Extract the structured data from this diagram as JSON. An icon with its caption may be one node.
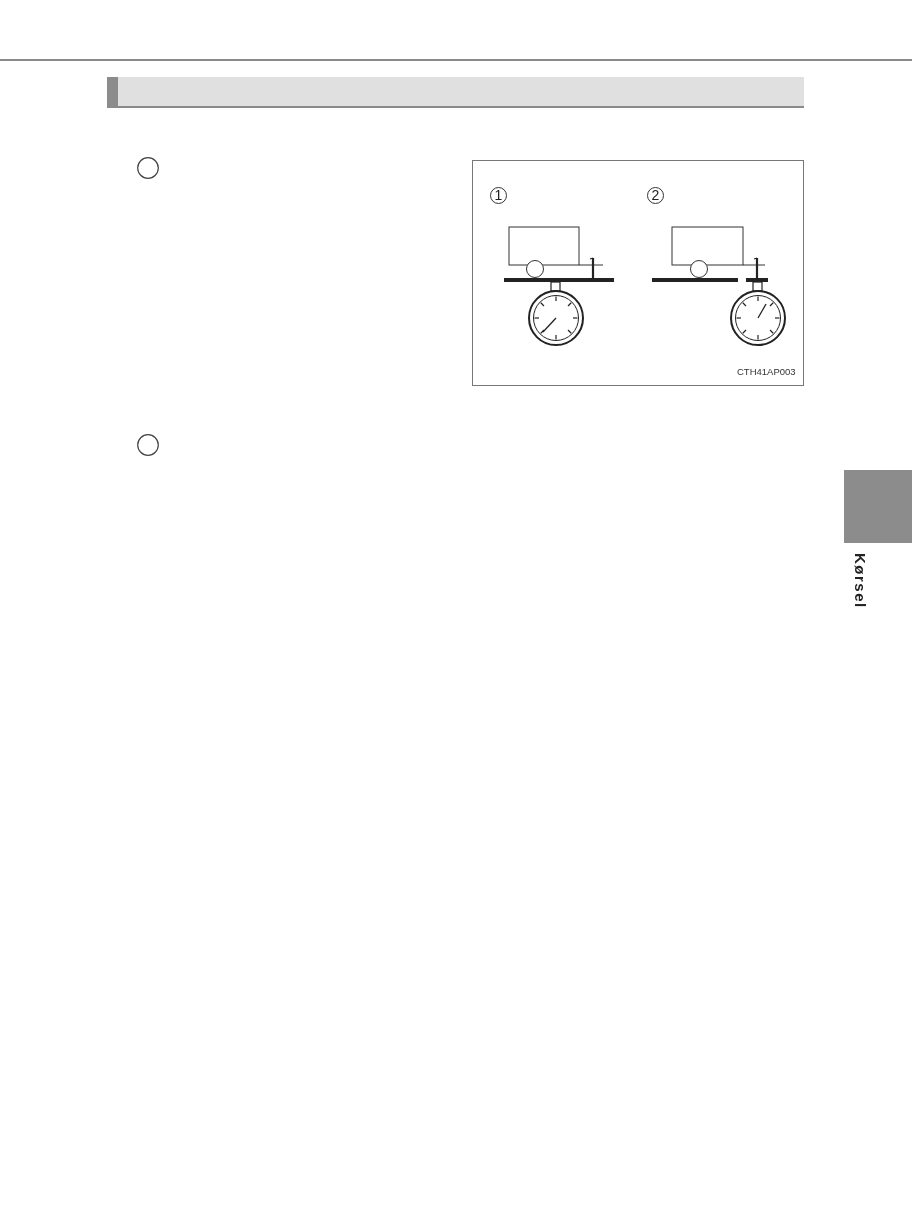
{
  "diagram": {
    "nodes": [
      {
        "text": [],
        "shape": "bar"
      },
      {
        "text": [],
        "shape": "box",
        "beside": [
          "Kørsel"
        ]
      }
    ],
    "labels": [
      "1",
      "2",
      "CTH41AP003"
    ]
  }
}
